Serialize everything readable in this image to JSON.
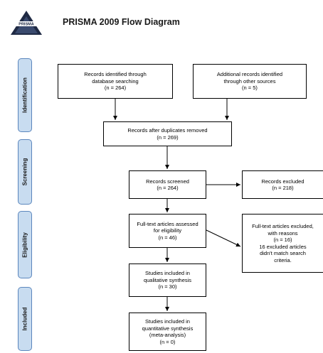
{
  "header": {
    "logo_text": "PRISMA",
    "title": "PRISMA 2009 Flow Diagram"
  },
  "stages": {
    "identification": "Identification",
    "screening": "Screening",
    "eligibility": "Eligibility",
    "included": "Included"
  },
  "boxes": {
    "database": [
      "Records identified through",
      "database searching",
      "(n = 264)"
    ],
    "other_sources": [
      "Additional records identified",
      "through other sources",
      "(n =  5)"
    ],
    "after_duplicates": [
      "Records after duplicates removed",
      "(n = 269)"
    ],
    "screened": [
      "Records screened",
      "(n = 264)"
    ],
    "excluded": [
      "Records excluded",
      "(n = 218)"
    ],
    "fulltext_assessed": [
      "Full-text articles assessed",
      "for eligibility",
      "(n = 46)"
    ],
    "fulltext_excluded": [
      "Full-text articles excluded,",
      "with reasons",
      "(n = 16)",
      "16 excluded articles",
      "didn't match search",
      "criteria."
    ],
    "qualitative": [
      "Studies included in",
      "qualitative synthesis",
      "(n = 30)"
    ],
    "quantitative": [
      "Studies included in",
      "quantitative synthesis",
      "(meta-analysis)",
      "(n = 0)"
    ]
  }
}
